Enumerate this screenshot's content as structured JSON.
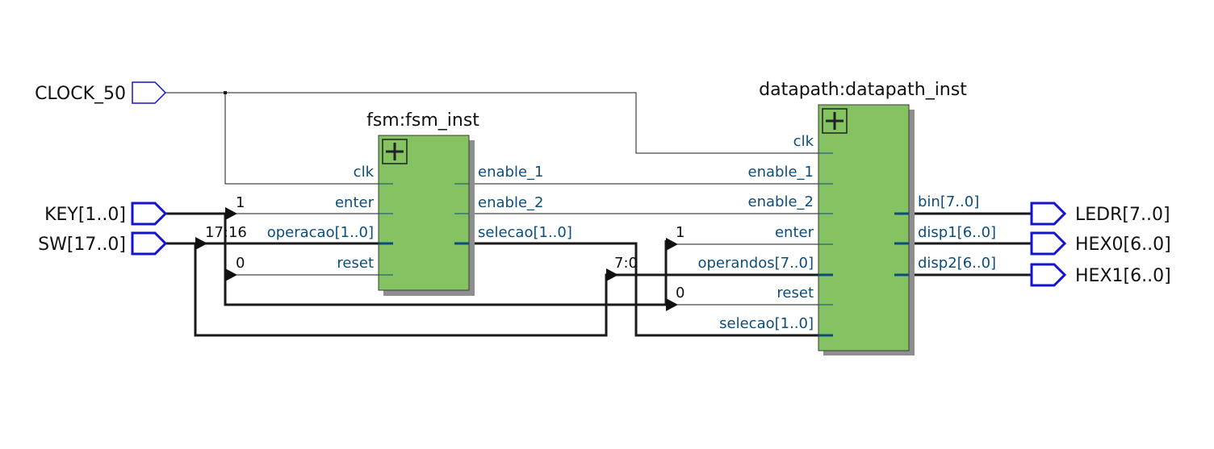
{
  "inputs": {
    "clock": "CLOCK_50",
    "key": "KEY[1..0]",
    "sw": "SW[17..0]"
  },
  "outputs": {
    "ledr": "LEDR[7..0]",
    "hex0": "HEX0[6..0]",
    "hex1": "HEX1[6..0]"
  },
  "fsm": {
    "name": "fsm:fsm_inst",
    "ports_in": [
      "clk",
      "enter",
      "operacao[1..0]",
      "reset"
    ],
    "ports_out": [
      "enable_1",
      "enable_2",
      "selecao[1..0]"
    ]
  },
  "datapath": {
    "name": "datapath:datapath_inst",
    "ports_in": [
      "clk",
      "enable_1",
      "enable_2",
      "enter",
      "operandos[7..0]",
      "reset",
      "selecao[1..0]"
    ],
    "ports_out": [
      "bin[7..0]",
      "disp1[6..0]",
      "disp2[6..0]"
    ]
  },
  "bit_labels": {
    "key_to_fsm_enter": "1",
    "sw_to_fsm_operacao": "17:16",
    "key_to_fsm_reset": "0",
    "sw_to_dp_operandos": "7:0",
    "key_to_dp_enter": "1",
    "key_to_dp_reset": "0"
  },
  "colors": {
    "block_fill": "#84c262",
    "block_shadow": "#8e8e8e",
    "io_pin": "#1414d0",
    "port_label": "#0c4d7c",
    "wire": "#1a1a1a",
    "bus_stub": "#0c4d7c"
  }
}
